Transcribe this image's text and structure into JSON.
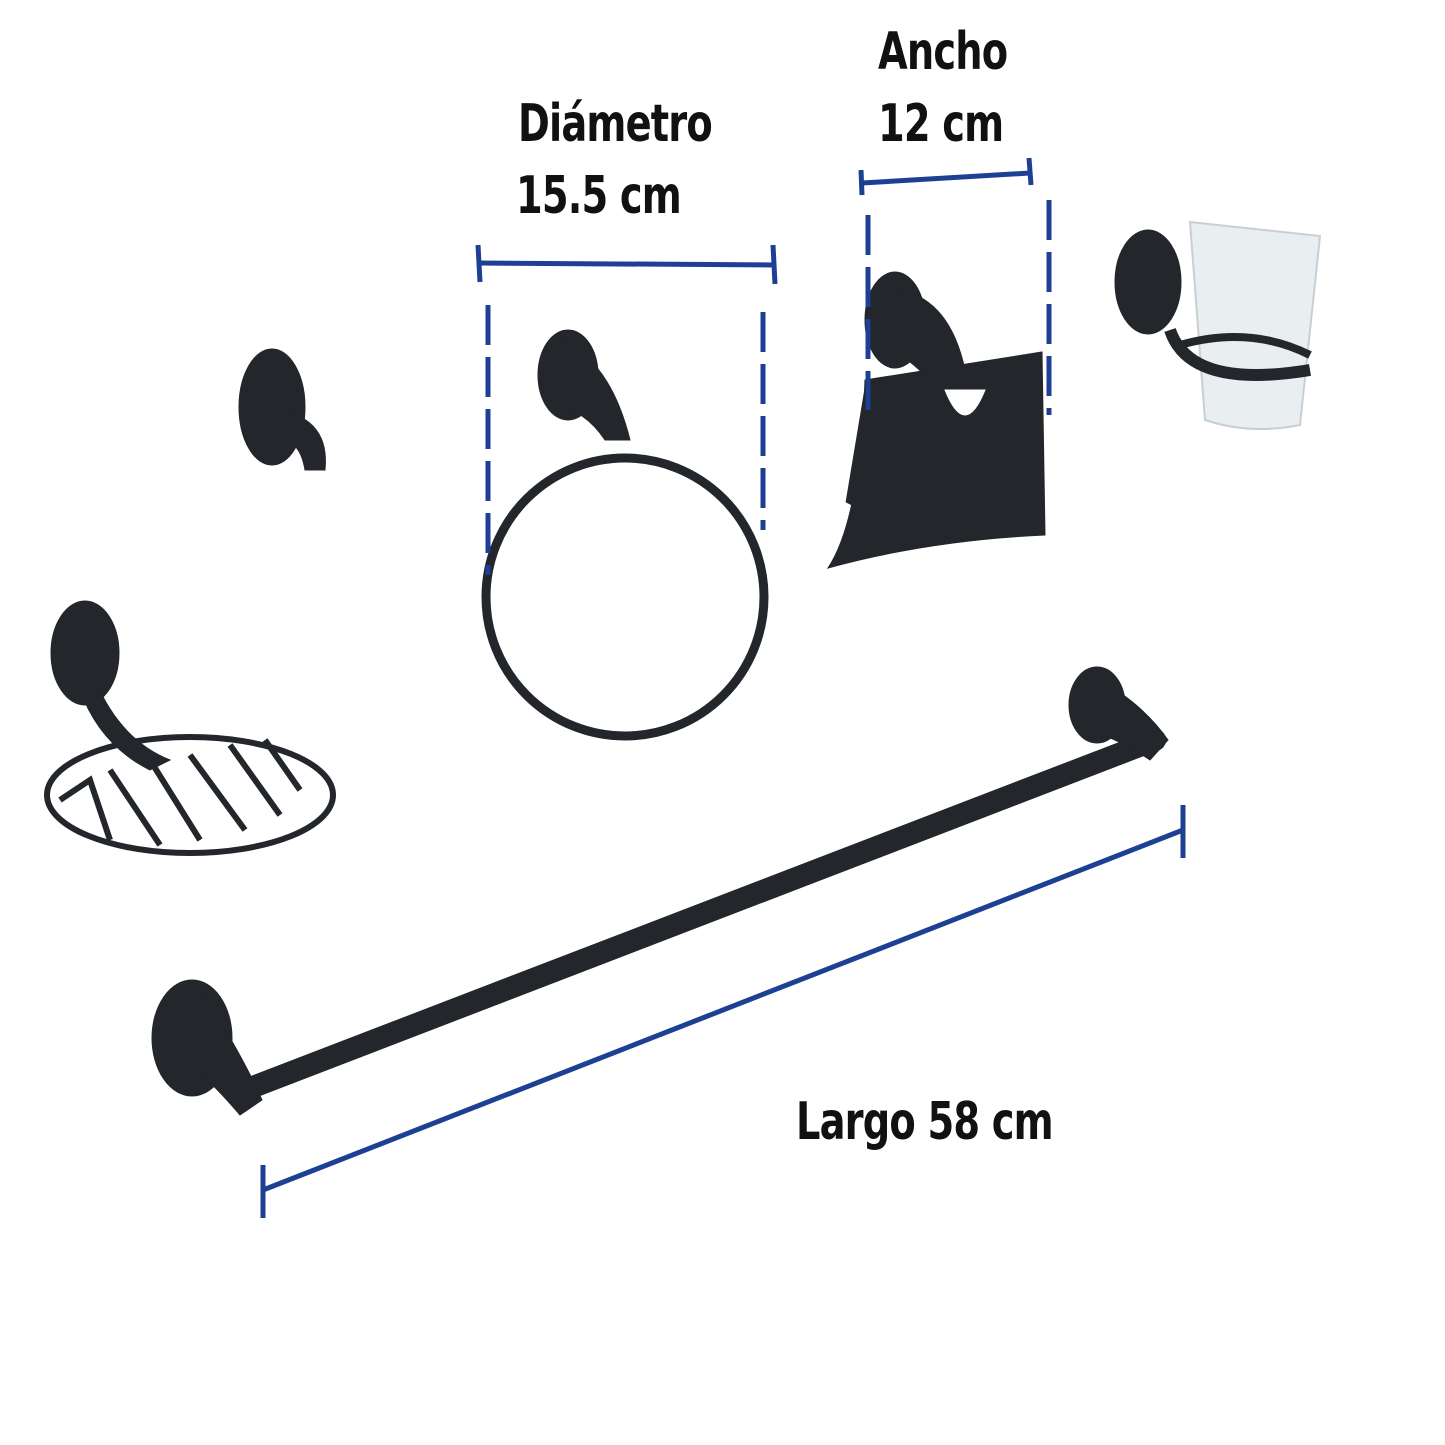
{
  "labels": {
    "diameter_title": "Diámetro",
    "diameter_value": "15.5 cm",
    "width_title": "Ancho",
    "width_value": "12 cm",
    "length": "Largo 58 cm"
  },
  "colors": {
    "dimension_line": "#1d3f94",
    "product": "#23272b",
    "glass": "#e9eef1"
  },
  "products": [
    "robe-hook",
    "towel-ring",
    "toilet-paper-holder",
    "tumbler-holder",
    "soap-dish",
    "towel-bar"
  ]
}
